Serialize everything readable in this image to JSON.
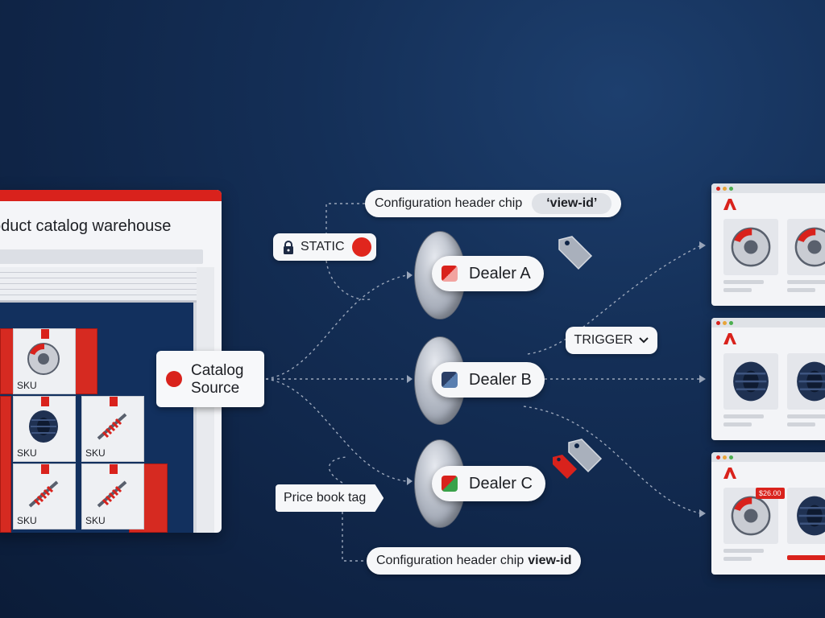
{
  "warehouse": {
    "title": "oduct catalog warehouse",
    "sku_label": "SKU"
  },
  "catalog_source": {
    "line1": "Catalog",
    "line2": "Source"
  },
  "static_chip": {
    "label": "STATIC",
    "dot_color": "#e0261d"
  },
  "config_header_top": {
    "label": "Configuration header chip",
    "code": "‘view-id’"
  },
  "config_header_bottom": {
    "label": "Configuration header chip",
    "code": "view-id"
  },
  "trigger_chip": {
    "label": "TRIGGER"
  },
  "price_book_tag": {
    "label": "Price book tag"
  },
  "dealers": [
    {
      "label": "Dealer A",
      "swatch": [
        "#d9221c",
        "#f2a3a0"
      ]
    },
    {
      "label": "Dealer B",
      "swatch": [
        "#2b3f66",
        "#5a7fb0"
      ]
    },
    {
      "label": "Dealer C",
      "swatch": [
        "#d9221c",
        "#3aa24a"
      ]
    }
  ],
  "storefronts": [
    {
      "products": [
        "brake-rotor",
        "brake-rotor"
      ]
    },
    {
      "products": [
        "tire",
        "tire"
      ]
    },
    {
      "price": "$26.00",
      "products": [
        "brake-rotor",
        "tire"
      ]
    }
  ],
  "colors": {
    "brand_red": "#d9221c",
    "background": "#0f2446",
    "chip_bg": "#f6f7f9"
  }
}
